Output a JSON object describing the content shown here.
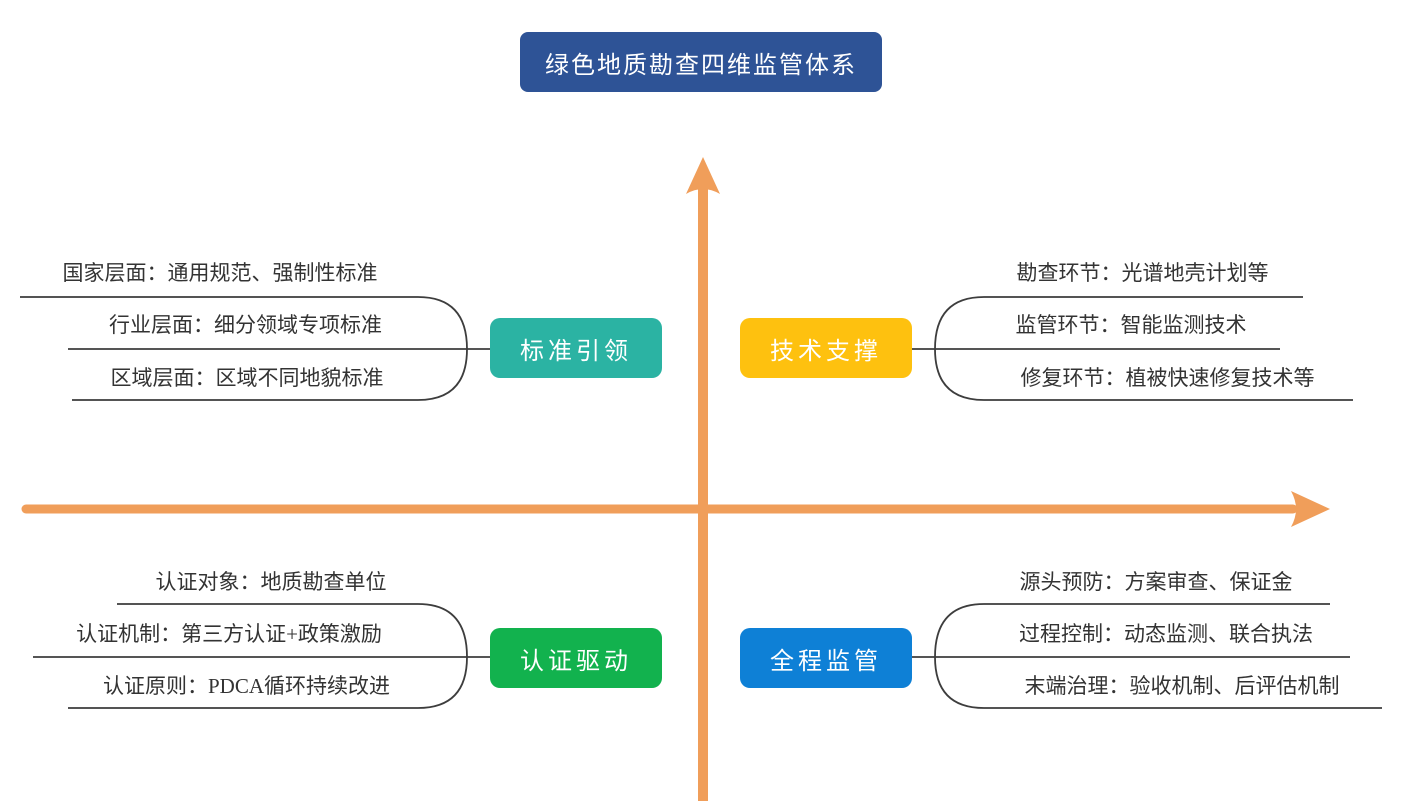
{
  "title": "绿色地质勘查四维监管体系",
  "colors": {
    "title_bg": "#2e5396",
    "axis_orange": "#f09e5a",
    "connector_gray": "#3d3d3d",
    "standard_teal": "#2bb3a3",
    "technology_yellow": "#fec10f",
    "certification_green": "#12b24e",
    "supervision_blue": "#0e80d6",
    "item_text": "#333333"
  },
  "axes": {
    "x_arrow_direction": "right",
    "y_arrow_direction": "up"
  },
  "quadrants": [
    {
      "position": "top-left",
      "label": "标准引领",
      "color": "#2bb3a3",
      "items": [
        "国家层面：通用规范、强制性标准",
        "行业层面：细分领域专项标准",
        "区域层面：区域不同地貌标准"
      ]
    },
    {
      "position": "top-right",
      "label": "技术支撑",
      "color": "#fec10f",
      "items": [
        "勘查环节：光谱地壳计划等",
        "监管环节：智能监测技术",
        "修复环节：植被快速修复技术等"
      ]
    },
    {
      "position": "bottom-left",
      "label": "认证驱动",
      "color": "#12b24e",
      "items": [
        "认证对象：地质勘查单位",
        "认证机制：第三方认证+政策激励",
        "认证原则：PDCA循环持续改进"
      ]
    },
    {
      "position": "bottom-right",
      "label": "全程监管",
      "color": "#0e80d6",
      "items": [
        "源头预防：方案审查、保证金",
        "过程控制：动态监测、联合执法",
        "末端治理：验收机制、后评估机制"
      ]
    }
  ]
}
